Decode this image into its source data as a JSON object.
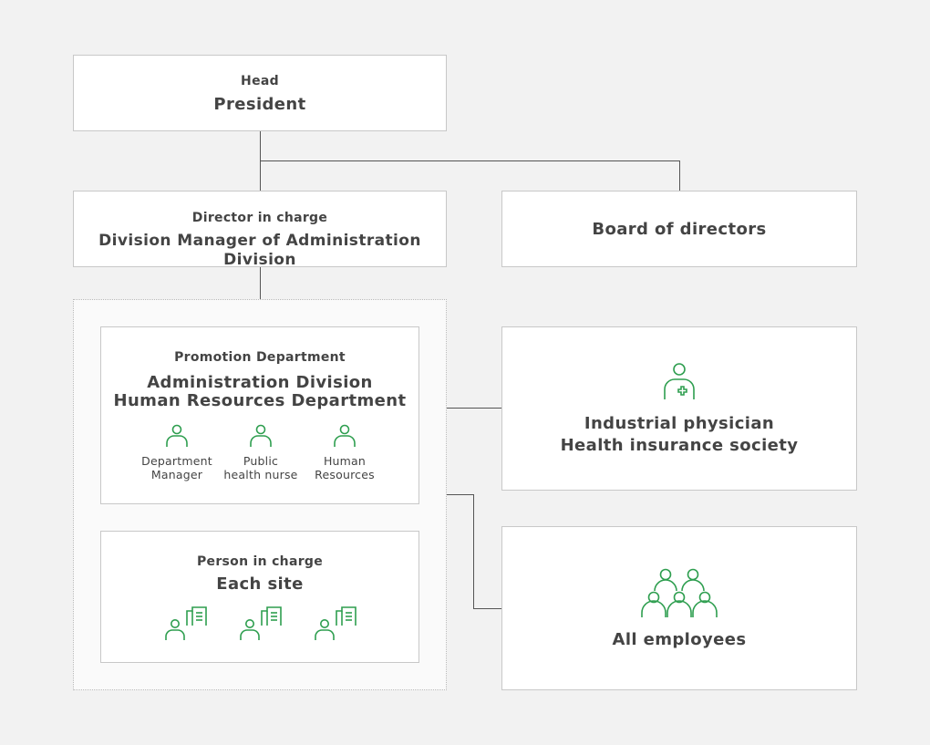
{
  "head": {
    "sub": "Head",
    "main": "President"
  },
  "director": {
    "sub": "Director in charge",
    "main": "Division Manager of Administration Division"
  },
  "board": {
    "main": "Board of directors"
  },
  "promotion": {
    "sub": "Promotion Department",
    "main_line1": "Administration Division",
    "main_line2": "Human Resources Department",
    "roles": [
      {
        "line1": "Department",
        "line2": "Manager",
        "icon": "person-icon"
      },
      {
        "line1": "Public",
        "line2": "health nurse",
        "icon": "person-icon"
      },
      {
        "line1": "Human",
        "line2": "Resources",
        "icon": "person-icon"
      }
    ]
  },
  "site": {
    "sub": "Person in charge",
    "main": "Each site",
    "icon": "person-document-icon"
  },
  "physician": {
    "line1": "Industrial physician",
    "line2": "Health insurance society",
    "icon": "doctor-icon"
  },
  "employees": {
    "main": "All employees",
    "icon": "group-icon"
  },
  "colors": {
    "accent": "#2e9e4f",
    "line": "#555555",
    "border": "#c8c8c8",
    "background": "#f2f2f2"
  }
}
